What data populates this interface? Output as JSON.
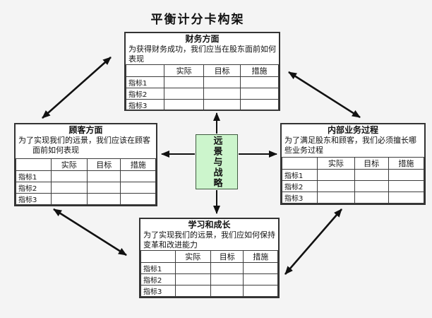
{
  "title": "平衡计分卡构架",
  "center": {
    "label": "远景与战略"
  },
  "table": {
    "headers": [
      "",
      "实际",
      "目标",
      "措施"
    ],
    "rows": [
      "指标1",
      "指标2",
      "指标3"
    ]
  },
  "boxes": {
    "financial": {
      "title": "财务方面",
      "desc": [
        "为获得财务成功，我们应当在股东面前如何",
        "表现"
      ]
    },
    "customer": {
      "title": "顾客方面",
      "desc": [
        "为了实现我们的远景，我们应该在顾客",
        "面前如何表现"
      ]
    },
    "internal": {
      "title": "内部业务过程",
      "desc": [
        "为了满足股东和顾客，我们必须擅长哪",
        "些业务过程"
      ]
    },
    "learning": {
      "title": "学习和成长",
      "desc": [
        "为了实现我们的远景，我们应如何保持",
        "变革和改进能力"
      ]
    }
  },
  "colors": {
    "background": "#f4f4f4",
    "box_border": "#333333",
    "center_fill": "#ccf5cc",
    "arrow": "#111111"
  }
}
